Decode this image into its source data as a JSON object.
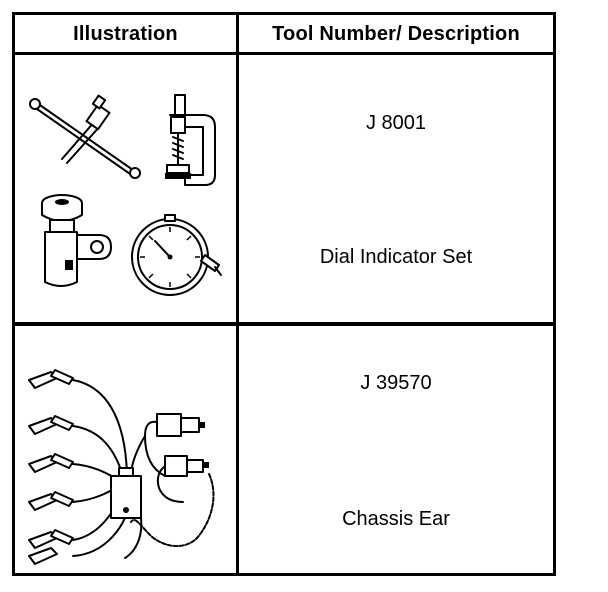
{
  "table": {
    "headers": {
      "illustration": "Illustration",
      "tool": "Tool Number/ Description"
    },
    "rows": [
      {
        "number": "J 8001",
        "description": "Dial Indicator Set",
        "illustration_icon": "dial-indicator-set-icon"
      },
      {
        "number": "J 39570",
        "description": "Chassis Ear",
        "illustration_icon": "chassis-ear-icon"
      }
    ]
  }
}
